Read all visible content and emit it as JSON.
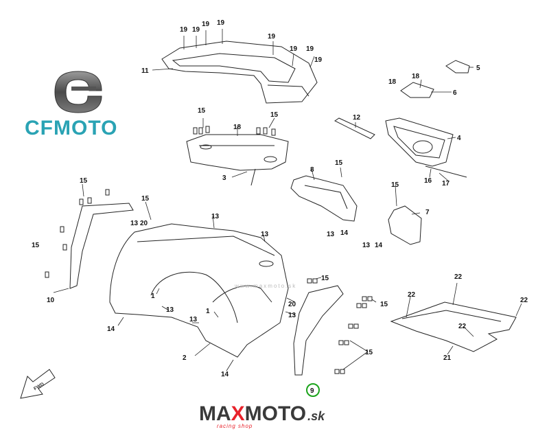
{
  "brand": {
    "cfmoto_text": "CFMOTO",
    "maxmoto_pre": "MA",
    "maxmoto_x": "X",
    "maxmoto_post": "MOTO",
    "maxmoto_tld": ".sk",
    "maxmoto_tagline": "racing shop",
    "watermark": "www.maxmoto.sk",
    "fwd": "FWD"
  },
  "colors": {
    "cfmoto_teal": "#2aa3b4",
    "maxmoto_red": "#e8222b",
    "highlight_green": "#1aa31a",
    "line": "#222222"
  },
  "highlighted_part": "9",
  "parts": [
    {
      "id": "p1",
      "text": "1"
    },
    {
      "id": "p2",
      "text": "2"
    },
    {
      "id": "p3",
      "text": "3"
    },
    {
      "id": "p4",
      "text": "4"
    },
    {
      "id": "p5",
      "text": "5"
    },
    {
      "id": "p6",
      "text": "6"
    },
    {
      "id": "p7",
      "text": "7"
    },
    {
      "id": "p8",
      "text": "8"
    },
    {
      "id": "p9",
      "text": "9"
    },
    {
      "id": "p10",
      "text": "10"
    },
    {
      "id": "p11",
      "text": "11"
    },
    {
      "id": "p12",
      "text": "12"
    },
    {
      "id": "p13",
      "text": "13"
    },
    {
      "id": "p14",
      "text": "14"
    },
    {
      "id": "p15",
      "text": "15"
    },
    {
      "id": "p16",
      "text": "16"
    },
    {
      "id": "p17",
      "text": "17"
    },
    {
      "id": "p18",
      "text": "18"
    },
    {
      "id": "p19",
      "text": "19"
    },
    {
      "id": "p20",
      "text": "20"
    },
    {
      "id": "p21",
      "text": "21"
    },
    {
      "id": "p22",
      "text": "22"
    }
  ]
}
